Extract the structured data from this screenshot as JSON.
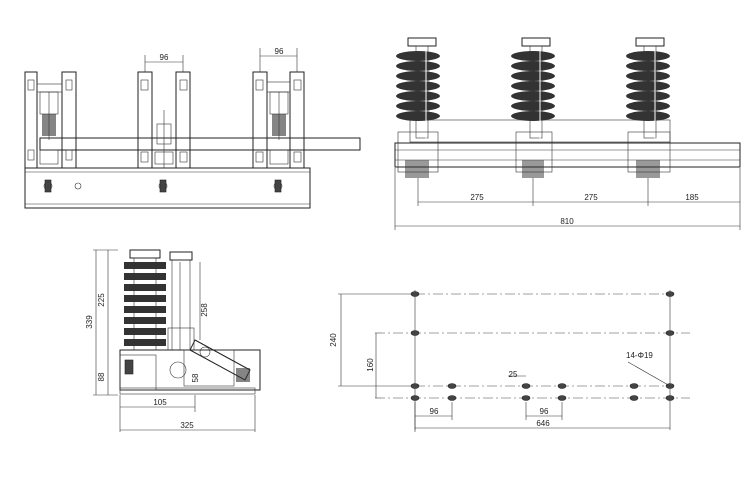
{
  "views": {
    "front": {
      "dims": {
        "pole_gap_middle": "96",
        "pole_gap_right": "96"
      }
    },
    "top": {
      "dims": {
        "span_1": "275",
        "span_2": "275",
        "span_3": "185",
        "overall": "810"
      }
    },
    "side": {
      "dims": {
        "overall_height": "339",
        "insulator_height": "225",
        "arm_height": "258",
        "base_height": "88",
        "bracket_width": "105",
        "overall_depth": "325",
        "small_offset": "58"
      }
    },
    "mounting": {
      "dims": {
        "height": "240",
        "inner_height": "160",
        "hole_gap": "25",
        "left_gap": "96",
        "mid_gap": "96",
        "overall_width": "646",
        "hole_spec": "14-Φ19"
      }
    }
  },
  "colors": {
    "line": "#222222",
    "background": "#ffffff",
    "fill_dark": "#333333"
  }
}
